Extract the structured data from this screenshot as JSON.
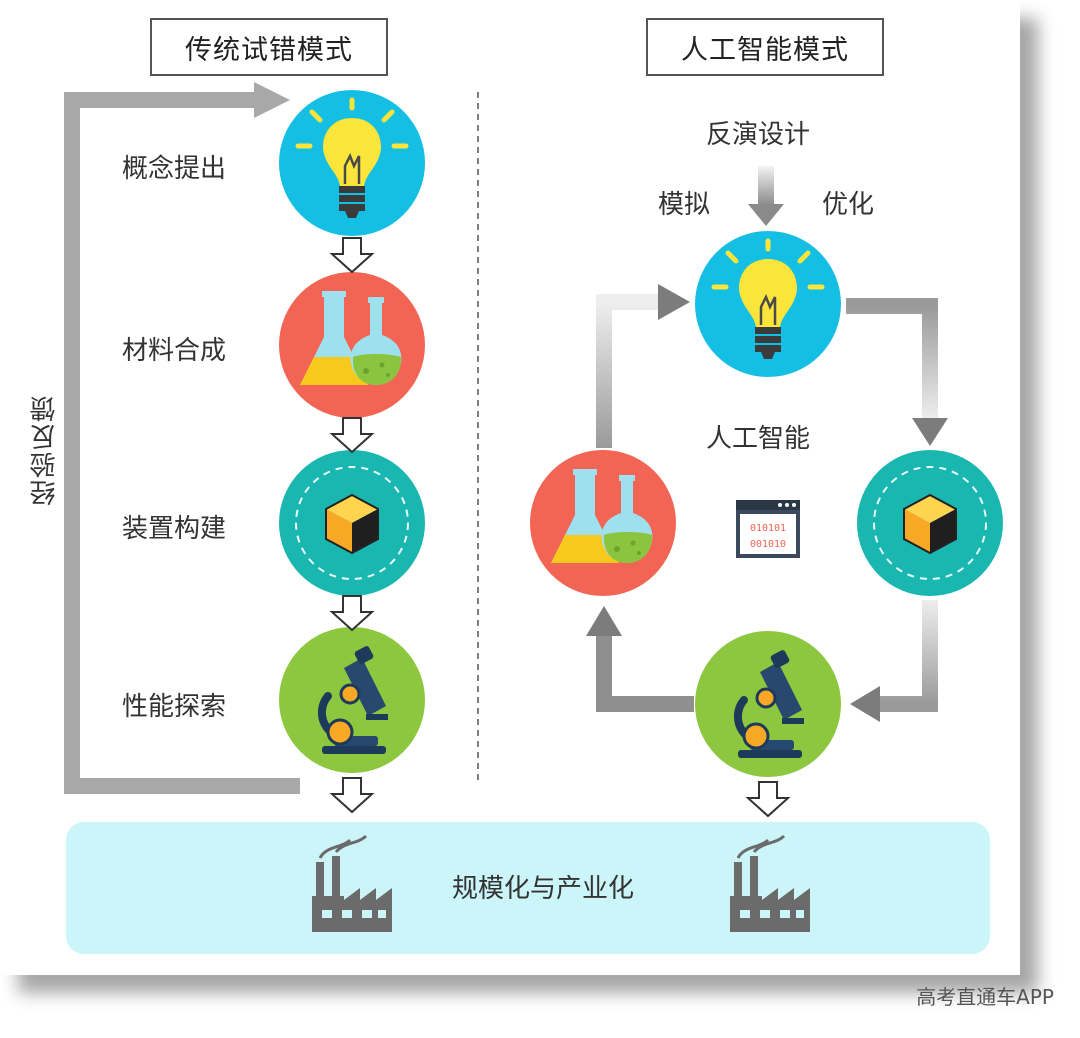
{
  "left_panel": {
    "title": "传统试错模式",
    "steps": [
      "概念提出",
      "材料合成",
      "装置构建",
      "性能探索"
    ],
    "feedback_label": "经验反馈"
  },
  "right_panel": {
    "title": "人工智能模式",
    "top_label": "反演设计",
    "left_label": "模拟",
    "right_label": "优化",
    "center_label": "人工智能",
    "binary_lines": [
      "010101",
      "001010"
    ]
  },
  "bottom": {
    "label": "规模化与产业化"
  },
  "watermark": "高考直通车APP",
  "colors": {
    "cyan": "#14BFE3",
    "red": "#F26454",
    "teal": "#1AB6B0",
    "green": "#8DC63F",
    "bulb_yellow": "#FBE53A",
    "cube_orange": "#F9A825",
    "factory_gray": "#6b6b6b",
    "band": "#CCF5FA"
  },
  "icons": [
    "lightbulb-icon",
    "flask-icon",
    "cube-icon",
    "microscope-icon",
    "factory-icon",
    "binary-window-icon"
  ]
}
